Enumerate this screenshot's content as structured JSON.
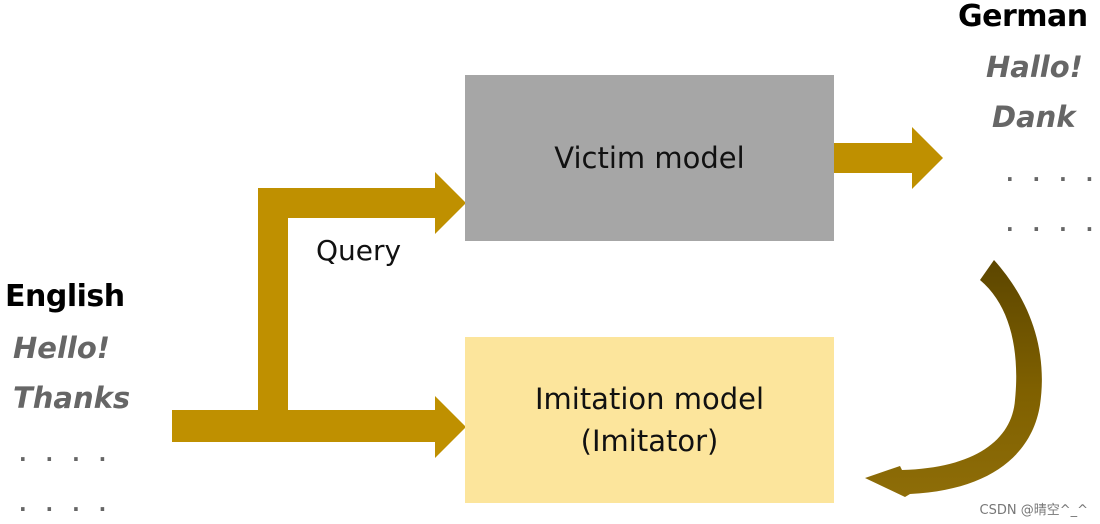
{
  "victim_box": {
    "label": "Victim model",
    "color": "#a6a6a6"
  },
  "imitation_box": {
    "line1": "Imitation model",
    "line2": "(Imitator)",
    "color": "#fce59c"
  },
  "query_label": "Query",
  "english": {
    "title": "English",
    "words": [
      "Hello!",
      "Thanks"
    ],
    "dots": [
      ". . . .",
      ". . . ."
    ]
  },
  "german": {
    "title": "German",
    "words": [
      "Hallo!",
      "Dank"
    ],
    "dots": [
      ". . . .",
      ". . . ."
    ]
  },
  "arrow_color": "#bf9000",
  "feedback_arrow_color": "#7f6000",
  "watermark": "CSDN @晴空^_^"
}
